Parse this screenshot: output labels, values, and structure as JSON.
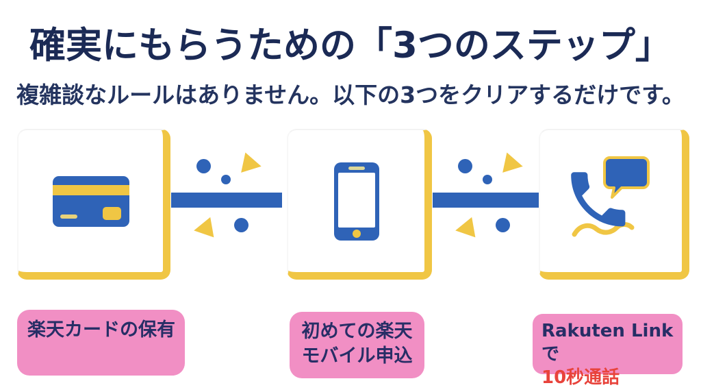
{
  "header": {
    "title": "確実にもらうための「3つのステップ」",
    "subtitle": "複雑談なルールはありません。以下の3つをクリアするだけです。"
  },
  "steps": [
    {
      "icon": "credit-card-icon",
      "label_lines": [
        "楽天カードの保有"
      ]
    },
    {
      "icon": "smartphone-icon",
      "label_lines": [
        "初めての楽天",
        "モバイル申込"
      ]
    },
    {
      "icon": "phone-call-icon",
      "label_lines": [
        "Rakuten Linkで",
        "10秒通話"
      ]
    }
  ],
  "colors": {
    "navy_text": "#1b2a55",
    "label_text": "#272e66",
    "blue": "#2f63b7",
    "yellow": "#f0c644",
    "pink": "#f18fc4",
    "red_accent": "#e8433b",
    "background": "#ffffff"
  }
}
